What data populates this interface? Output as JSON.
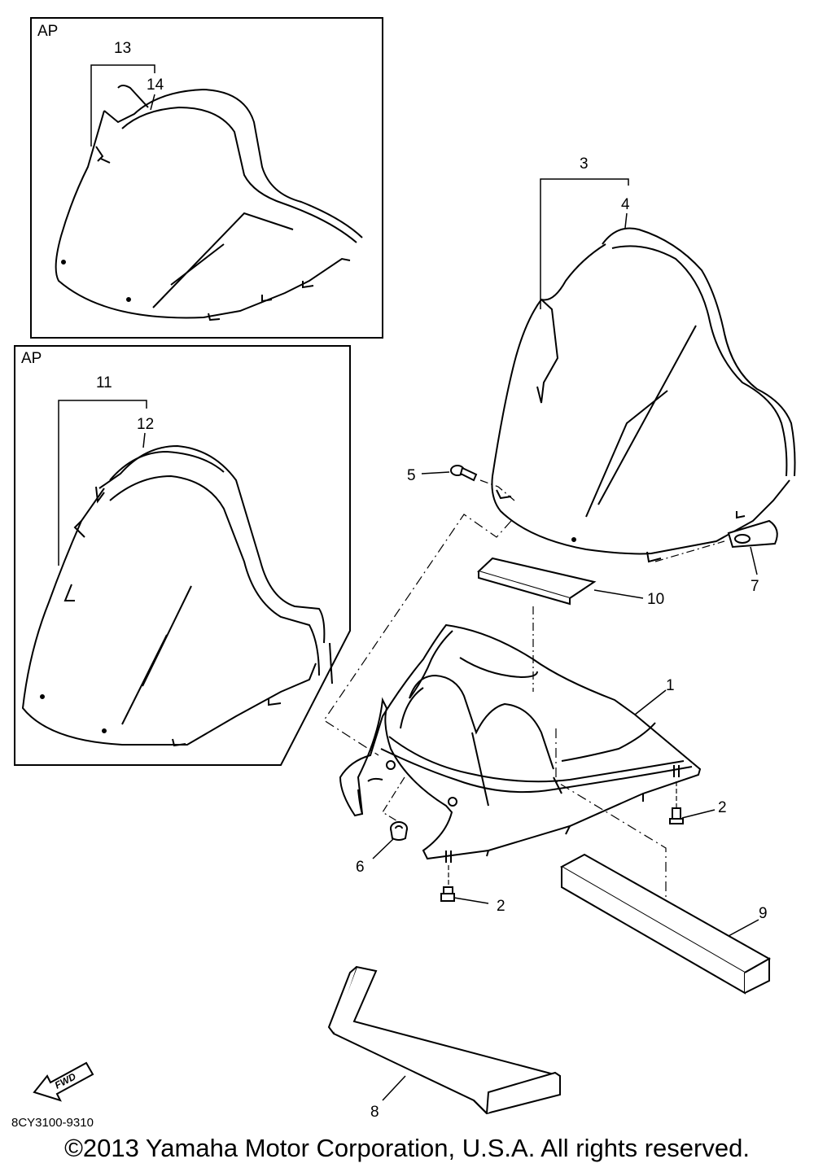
{
  "panels": [
    {
      "tag": "AP"
    },
    {
      "tag": "AP"
    }
  ],
  "callouts": {
    "c1": "1",
    "c2a": "2",
    "c2b": "2",
    "c3": "3",
    "c4": "4",
    "c5": "5",
    "c6": "6",
    "c7": "7",
    "c8": "8",
    "c9": "9",
    "c10": "10",
    "c11": "11",
    "c12": "12",
    "c13": "13",
    "c14": "14"
  },
  "fwd_label": "FWD",
  "part_code": "8CY3100-9310",
  "copyright": "©2013 Yamaha Motor Corporation, U.S.A. All rights reserved."
}
